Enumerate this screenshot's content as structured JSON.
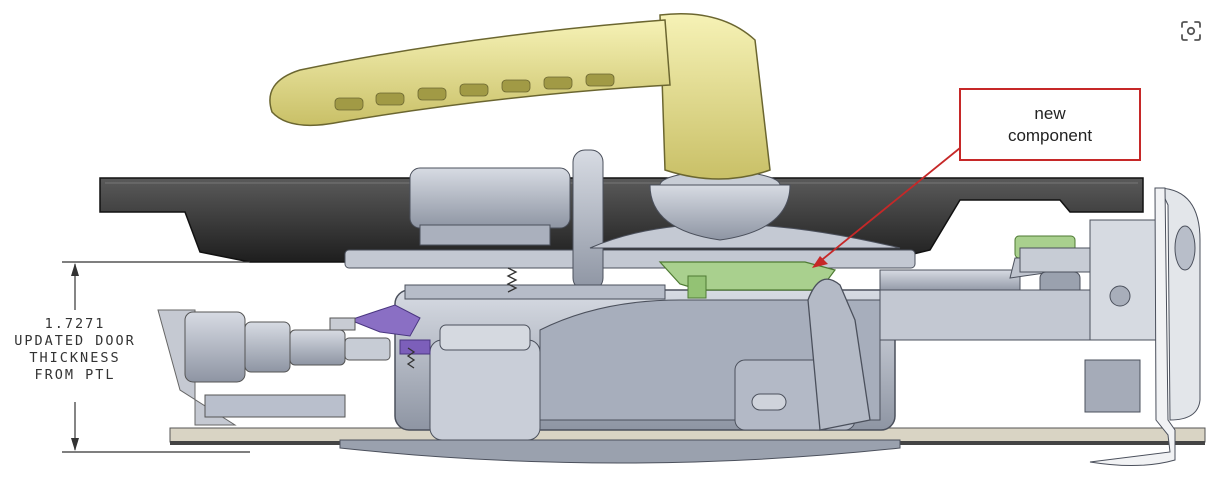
{
  "callout": {
    "line1": "new",
    "line2": "component"
  },
  "dimension": {
    "value": "1.7271",
    "line2": "UPDATED DOOR",
    "line3": "THICKNESS",
    "line4": "FROM PTL"
  },
  "colors": {
    "handle": "#e8e28a",
    "component": "#a9d08e",
    "lever": "#8a6fc4",
    "body": "#b9bfcc",
    "plate": "#3a3a3a",
    "callout_border": "#c62828"
  },
  "icons": {
    "lens": "visual-search-icon"
  }
}
